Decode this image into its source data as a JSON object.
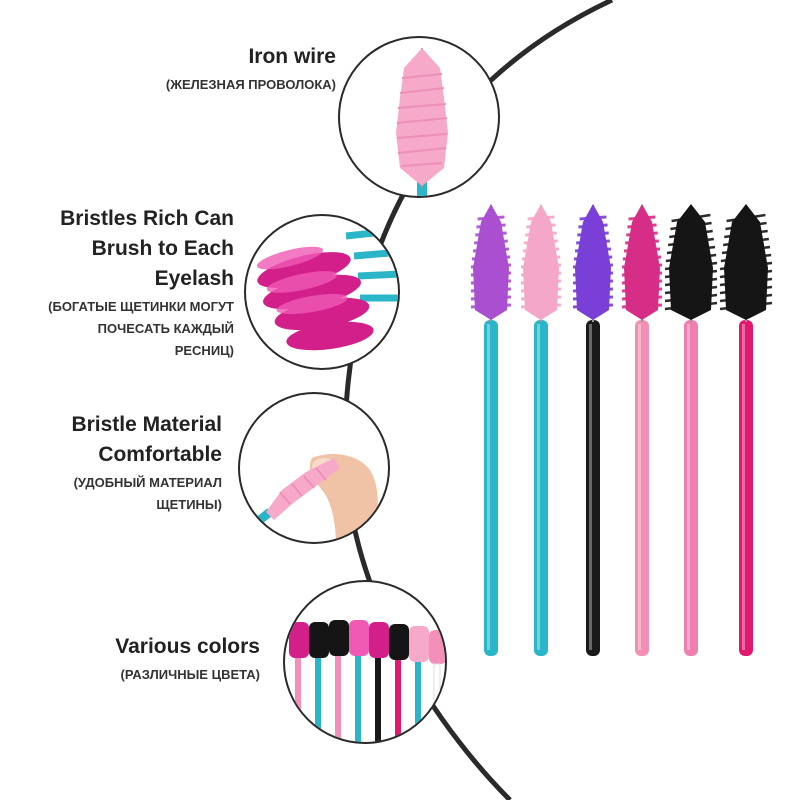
{
  "features": [
    {
      "title": [
        "Iron wire"
      ],
      "subtitle": [
        "(ЖЕЛЕЗНАЯ ПРОВОЛОКА)"
      ]
    },
    {
      "title": [
        "Bristles Rich Can",
        "Brush to Each",
        "Eyelash"
      ],
      "subtitle": [
        "(БОГАТЫЕ ЩЕТИНКИ МОГУТ",
        "ПОЧЕСАТЬ КАЖДЫЙ",
        "РЕСНИЦ)"
      ]
    },
    {
      "title": [
        "Bristle Material",
        "Comfortable"
      ],
      "subtitle": [
        "(УДОБНЫЙ МАТЕРИАЛ",
        "ЩЕТИНЫ)"
      ]
    },
    {
      "title": [
        "Various colors"
      ],
      "subtitle": [
        "(РАЗЛИЧНЫЕ ЦВЕТА)"
      ]
    }
  ],
  "colors": {
    "line": "#2a2a2a",
    "teal": "#2bb5c8",
    "pink": "#f38fb8",
    "hotpink": "#e0186e",
    "black": "#1a1a1a",
    "purple": "#9b3fc6",
    "violet": "#7b3fd3",
    "light_pink": "#f6a9c9",
    "magenta": "#d21f8a"
  },
  "wands": [
    {
      "head": "#a94fd0",
      "handle": "#2bb5c8",
      "style": "fluffy"
    },
    {
      "head": "#f4a7c8",
      "handle": "#2bb5c8",
      "style": "fluffy"
    },
    {
      "head": "#7a3fd6",
      "handle": "#1a1a1a",
      "style": "fluffy"
    },
    {
      "head": "#d62e86",
      "handle": "#f38fb3",
      "style": "fluffy"
    },
    {
      "head": "#151515",
      "handle": "#f07fb0",
      "style": "spiky"
    },
    {
      "head": "#151515",
      "handle": "#e0186e",
      "style": "spiky"
    }
  ]
}
